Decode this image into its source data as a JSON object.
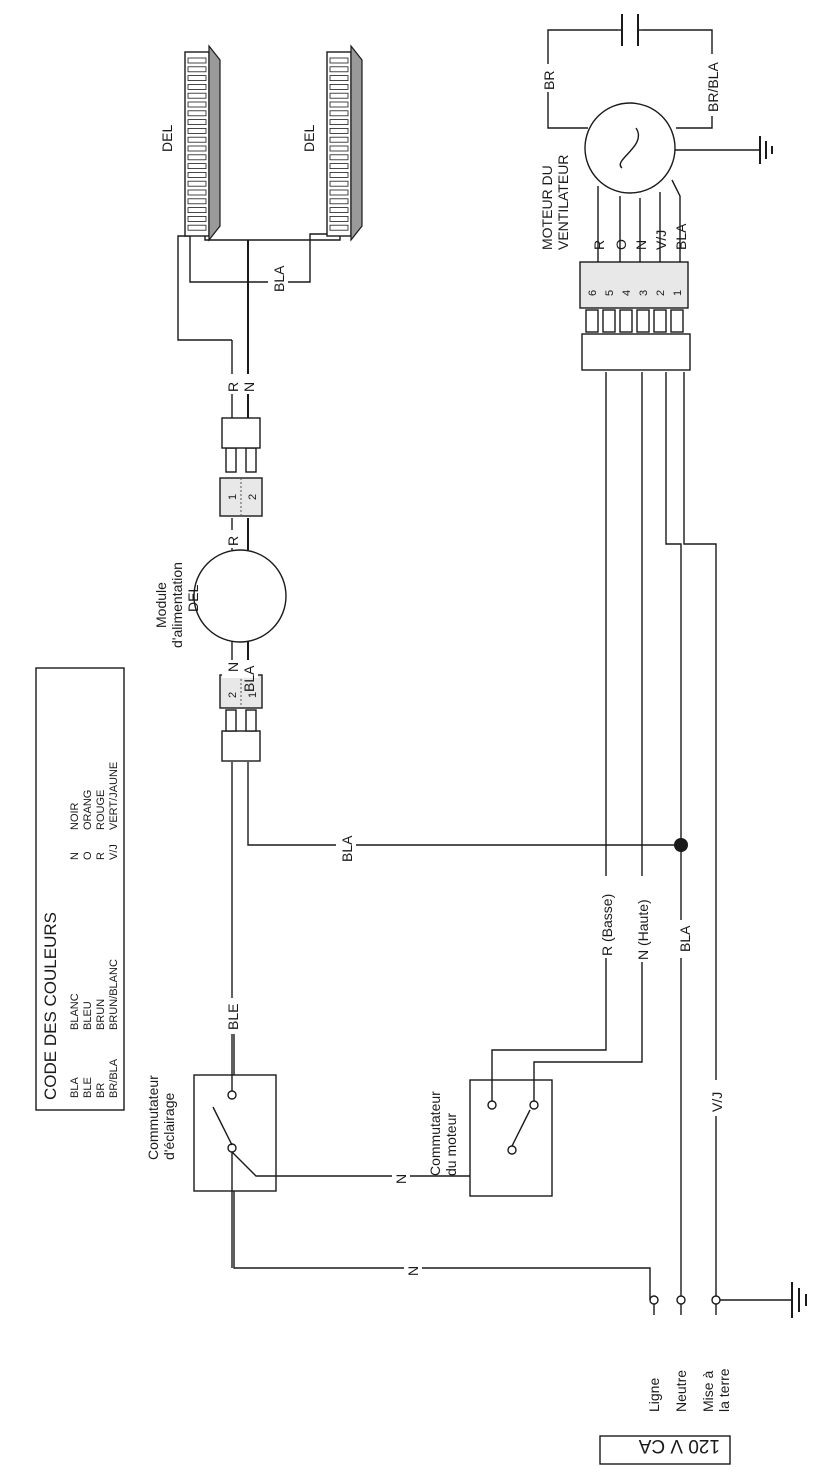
{
  "legend": {
    "title": "CODE DES COULEURS",
    "rows": [
      {
        "code": "BLA",
        "name": "BLANC"
      },
      {
        "code": "BLE",
        "name": "BLEU"
      },
      {
        "code": "BR",
        "name": "BRUN"
      },
      {
        "code": "BR/BLA",
        "name": "BRUN/BLANC"
      },
      {
        "code": "N",
        "name": "NOIR"
      },
      {
        "code": "O",
        "name": "ORANG"
      },
      {
        "code": "R",
        "name": "ROUGE"
      },
      {
        "code": "V/J",
        "name": "VERT/JAUNE"
      }
    ]
  },
  "supply": {
    "voltage": "120 V CA",
    "terminals": {
      "line": "Ligne",
      "neutral": "Neutre",
      "ground_1": "Mise à",
      "ground_2": "la terre"
    }
  },
  "components": {
    "light_switch": {
      "line1": "Commutateur",
      "line2": "d'éclairage"
    },
    "motor_switch": {
      "line1": "Commutateur",
      "line2": "du moteur"
    },
    "led_module": {
      "line1": "Module",
      "line2": "d'alimentation",
      "line3": "DEL"
    },
    "led_1": "DEL",
    "led_2": "DEL",
    "motor": {
      "line1": "MOTEUR DU",
      "line2": "VENTILATEUR"
    }
  },
  "wires": {
    "n": "N",
    "ble": "BLE",
    "bla": "BLA",
    "r": "R",
    "o": "O",
    "vj": "V/J",
    "br": "BR",
    "br_bla": "BR/BLA",
    "r_low": "R (Basse)",
    "n_high": "N (Haute)"
  },
  "connectors": {
    "led_conn_a": [
      "2",
      "1"
    ],
    "led_conn_b": [
      "1",
      "2"
    ],
    "motor_conn": [
      "6",
      "5",
      "4",
      "3",
      "2",
      "1"
    ]
  }
}
